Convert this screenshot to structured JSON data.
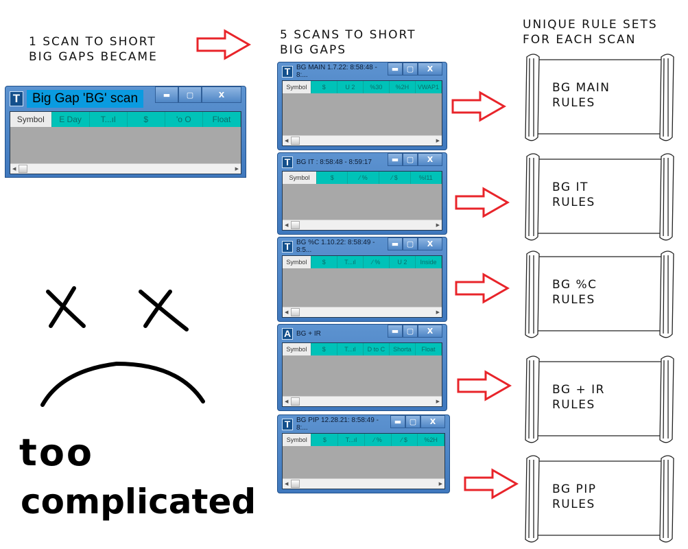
{
  "captions": {
    "left": [
      "1 SCAN TO SHORT",
      "BIG GAPS BECAME"
    ],
    "middle": [
      "5 SCANS TO SHORT",
      "BIG GAPS"
    ],
    "right": [
      "UNIQUE RULE SETS",
      "FOR EACH SCAN"
    ]
  },
  "original_window": {
    "icon": "T",
    "title": "Big Gap 'BG' scan",
    "columns": [
      "Symbol",
      "E Day",
      "T...ıl",
      "$",
      "'o O",
      "Float"
    ]
  },
  "windows": [
    {
      "icon": "T",
      "title": "BG MAIN 1.7.22:  8:58:48 - 8:...",
      "columns": [
        "Symbol",
        "$",
        "U  2",
        "%30",
        "%2H",
        "VWAP1"
      ]
    },
    {
      "icon": "T",
      "title": "BG IT :  8:58:48 - 8:59:17",
      "columns": [
        "Symbol",
        "$",
        "⁄ %",
        "⁄ $",
        "%I11"
      ]
    },
    {
      "icon": "T",
      "title": "BG %C 1.10.22:  8:58:49 - 8:5...",
      "columns": [
        "Symbol",
        "$",
        "T...ıl",
        "⁄ %",
        "U  2",
        "Inside"
      ]
    },
    {
      "icon": "A",
      "title": "BG + IR",
      "columns": [
        "Symbol",
        "$",
        "T...ıl",
        "D to C",
        "Shorta",
        "Float"
      ]
    },
    {
      "icon": "T",
      "title": "BG PIP 12.28.21:  8:58:49 - 8:...",
      "columns": [
        "Symbol",
        "$",
        "T...ıl",
        "⁄ %",
        "⁄ $",
        "%2H"
      ]
    }
  ],
  "window_controls": {
    "minimize": "▬",
    "maximize": "▢",
    "close": "X"
  },
  "rules": [
    [
      "BG MAIN",
      "RULES"
    ],
    [
      "BG IT",
      "RULES"
    ],
    [
      "BG %C",
      "RULES"
    ],
    [
      "BG + IR",
      "RULES"
    ],
    [
      "BG PIP",
      "RULES"
    ]
  ],
  "sad_face": {
    "comment": [
      "too",
      "complicated"
    ]
  },
  "colors": {
    "arrow": "#e8242a",
    "header": "#00c2b8",
    "titlebar": "#4f86c6"
  }
}
